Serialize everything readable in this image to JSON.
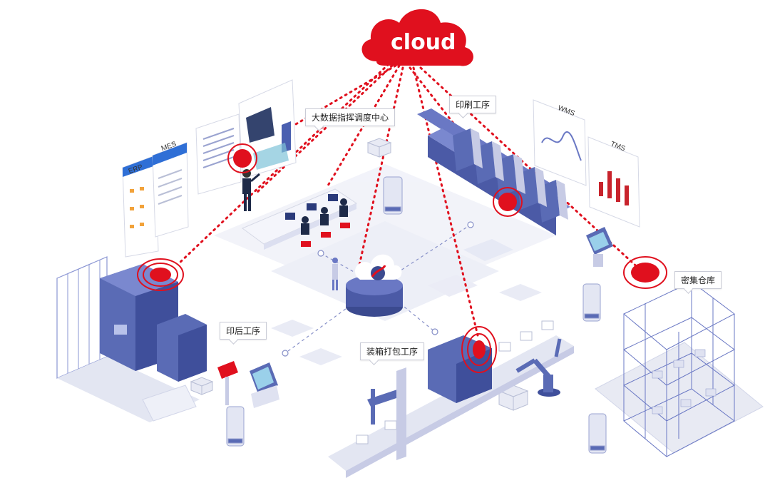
{
  "cloud": {
    "label": "cloud",
    "color": "#e0101e"
  },
  "panels": {
    "erp": "ERP",
    "mes": "MES",
    "wms": "WMS",
    "tms": "TMS"
  },
  "callouts": {
    "command_center": "大数据指挥调度中心",
    "printing": "印刷工序",
    "post_press": "印后工序",
    "warehouse": "密集仓库",
    "packing": "装箱打包工序"
  },
  "colors": {
    "accent_red": "#e0101e",
    "machine_blue": "#5a6bb5",
    "machine_dark": "#3b4a8f",
    "floor": "#eef0f8",
    "rack_blue": "#6a78c4"
  },
  "icons": [
    "cloud-icon",
    "signal-ring-icon",
    "central-hub-icon",
    "robot-icon",
    "agv-icon",
    "kiosk-icon"
  ]
}
